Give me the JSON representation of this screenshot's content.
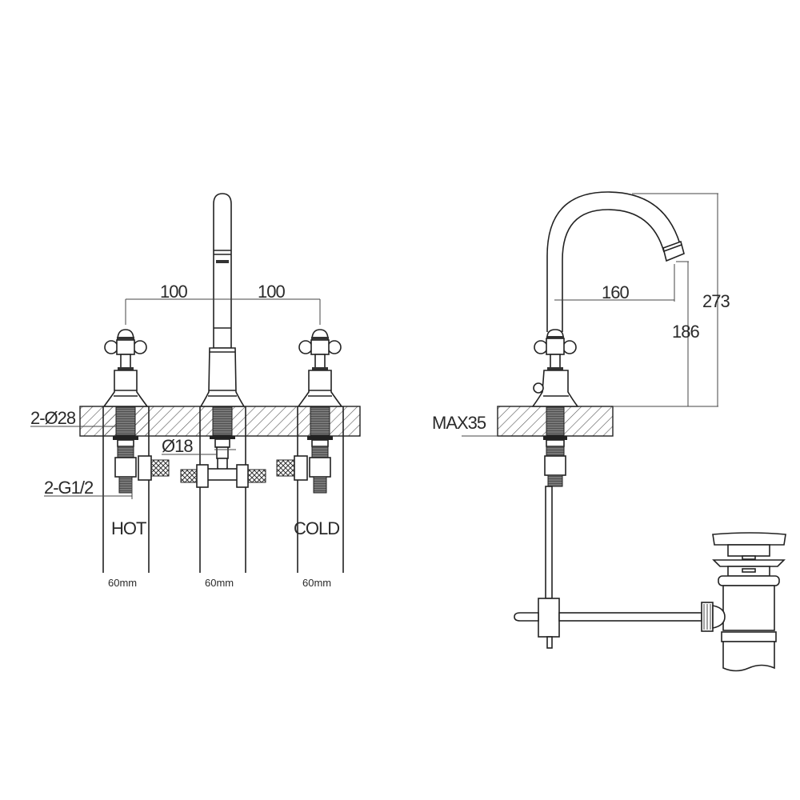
{
  "front_view": {
    "dimensions": {
      "left_spacing": "100",
      "right_spacing": "100",
      "hole_diameter": "2-Ø28",
      "spout_shank_diameter": "Ø18",
      "inlet_thread": "2-G1/2"
    },
    "labels": {
      "hot": "HOT",
      "cold": "COLD"
    },
    "clearances": [
      "60mm",
      "60mm",
      "60mm"
    ]
  },
  "side_view": {
    "dimensions": {
      "spout_reach": "160",
      "spout_outlet_height": "186",
      "overall_height": "273",
      "max_deck_thickness": "MAX35"
    }
  },
  "colors": {
    "line": "#222222",
    "background": "#ffffff",
    "hatch": "#555555"
  }
}
